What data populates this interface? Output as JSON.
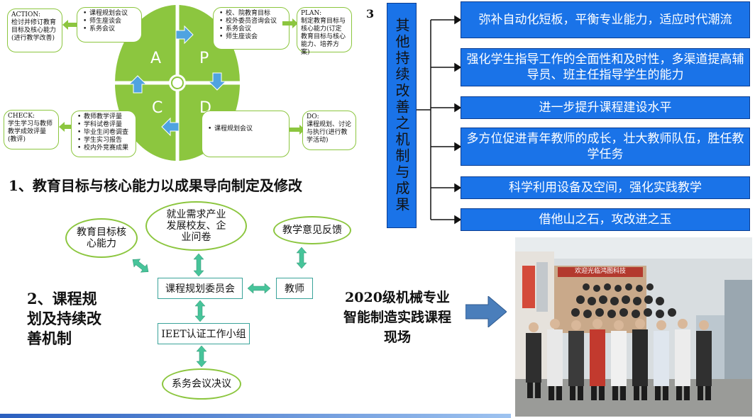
{
  "pdca": {
    "wheel_letters": [
      "A",
      "P",
      "C",
      "D"
    ],
    "action": {
      "title": "ACTION:",
      "text": "检讨并修订教育目标及核心能力(进行教学改善)"
    },
    "action_list": [
      "课程规划会议",
      "师生座谈会",
      "系务会议"
    ],
    "plan_list": [
      "校、院教育目标",
      "校外委员咨询会议",
      "系务会议",
      "师生座谈会"
    ],
    "plan": {
      "title": "PLAN:",
      "text": "制定教育目标与核心能力(订定教育目标与核心能力、培养方案)"
    },
    "check": {
      "title": "CHECK:",
      "text": "学生学习与教师教学成效评量(教评)"
    },
    "check_list": [
      "教师教学评量",
      "学科试卷评量",
      "毕业生问卷调查",
      "学生实习报告",
      "校内外竞赛成果"
    ],
    "do_list": [
      "课程规划会议"
    ],
    "do": {
      "title": "DO:",
      "text": "课程规划、讨论与执行(进行教学活动)"
    }
  },
  "heading1": "1、教育目标与核心能力以成果导向制定及修改",
  "heading2": "2、课程规划及持续改善机制",
  "flow": {
    "goals": "教育目标核心能力",
    "needs": "就业需求产业发展校友、企业问卷",
    "feedback": "教学意见反馈",
    "committee": "课程规划委员会",
    "teacher": "教师",
    "ieet": "IEET认证工作小组",
    "resolution": "系务会议决议"
  },
  "section3": {
    "number": "3",
    "vertical_title": "其他持续改善之机制与成果",
    "items": [
      "弥补自动化短板，平衡专业能力，适应时代潮流",
      "强化学生指导工作的全面性和及时性，多渠道提高辅导员、班主任指导学生的能力",
      "进一步提升课程建设水平",
      "多方位促进青年教师的成长，壮大教师队伍，胜任教学任务",
      "科学利用设备及空间，强化实践教学",
      "借他山之石，攻改进之玉"
    ]
  },
  "photo": {
    "caption": "2020级机械专业智能制造实践课程现场",
    "banner": "欢迎光临鸿图科技"
  },
  "colors": {
    "green": "#8cc63f",
    "blue": "#1a73e8",
    "navy": "#0b3d91",
    "teal": "#3aa39a",
    "arrow_blue": "#4a7ebb"
  }
}
